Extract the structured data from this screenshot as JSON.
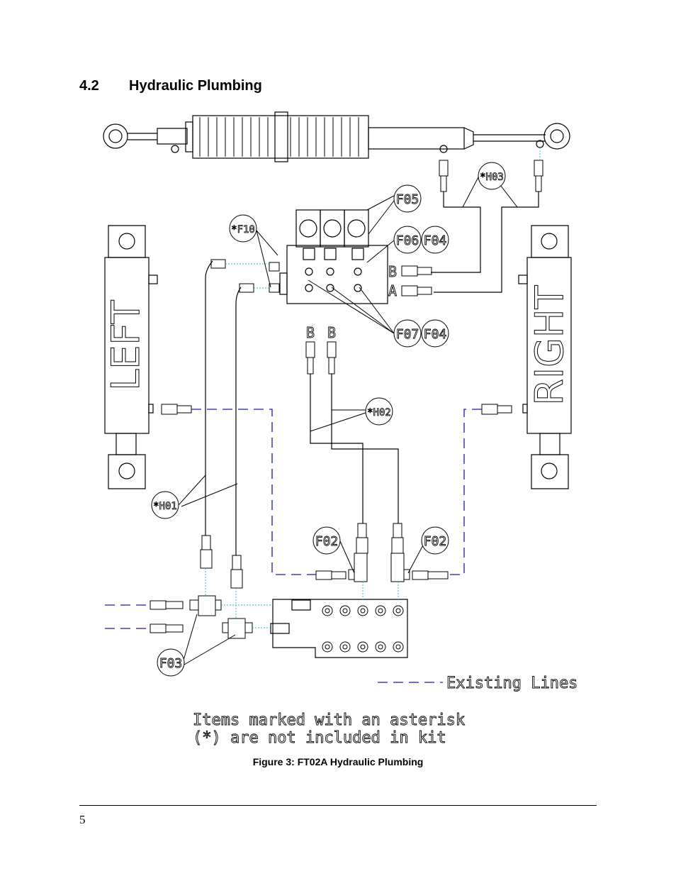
{
  "heading": {
    "number": "4.2",
    "title": "Hydraulic Plumbing"
  },
  "figure": {
    "left_label": "LEFT",
    "right_label": "RIGHT",
    "callouts": {
      "f05": "F05",
      "f06": "F06",
      "f04a": "F04",
      "f07": "F07",
      "f04b": "F04",
      "f10": "*F10",
      "h03": "*H03",
      "h02": "*H02",
      "h01": "*H01",
      "f02a": "F02",
      "f02b": "F02",
      "f03": "F03"
    },
    "port_labels": {
      "b_valve": "B",
      "a_valve": "A",
      "b1": "B",
      "b2": "B"
    },
    "legend": "Existing Lines",
    "note_line1": "Items marked with an asterisk",
    "note_line2": "(*) are not included in kit",
    "colors": {
      "existing_line": "#1a1aa8",
      "center_line": "#22b5cc"
    }
  },
  "caption": "Figure 3: FT02A Hydraulic Plumbing",
  "page_number": "5"
}
